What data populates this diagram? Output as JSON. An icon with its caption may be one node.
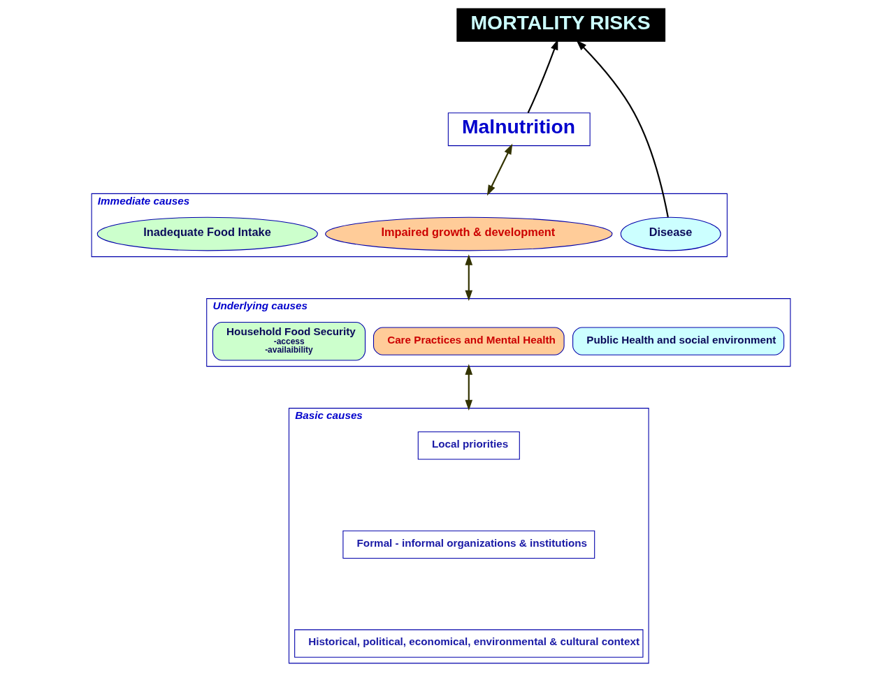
{
  "diagram": {
    "nodes": [
      {
        "text": [
          "MORTALITY RISKS"
        ]
      },
      {
        "text": [
          "Malnutrition"
        ]
      },
      {
        "text": [
          "Immediate causes"
        ]
      },
      {
        "text": [
          "Inadequate Food Intake"
        ],
        "in": 2
      },
      {
        "text": [
          "Impaired growth & development"
        ],
        "in": 2
      },
      {
        "text": [
          "Disease"
        ],
        "in": 2
      },
      {
        "text": [
          "Underlying causes"
        ]
      },
      {
        "text": [
          "Household Food Security",
          "-access",
          "-availaibility"
        ],
        "in": 6
      },
      {
        "text": [
          "Care Practices and Mental Health"
        ],
        "in": 6
      },
      {
        "text": [
          "Public Health and social environment"
        ],
        "in": 6
      },
      {
        "text": [
          "Basic causes"
        ]
      },
      {
        "text": [
          "Local priorities"
        ],
        "in": 10
      },
      {
        "text": [
          "Formal - informal organizations & institutions"
        ],
        "in": 10
      },
      {
        "text": [
          "Historical, political, economical, environmental & cultural context"
        ],
        "in": 10
      }
    ],
    "edges": [
      {
        "from": 1,
        "to": 0,
        "arrow": "to",
        "color": "#000000"
      },
      {
        "from": 1,
        "to": 2,
        "arrow": "both"
      },
      {
        "from": 5,
        "to": 0,
        "arrow": "to",
        "color": "#000000"
      },
      {
        "from": 2,
        "to": 6,
        "arrow": "both"
      },
      {
        "from": 6,
        "to": 10,
        "arrow": "both"
      }
    ]
  }
}
